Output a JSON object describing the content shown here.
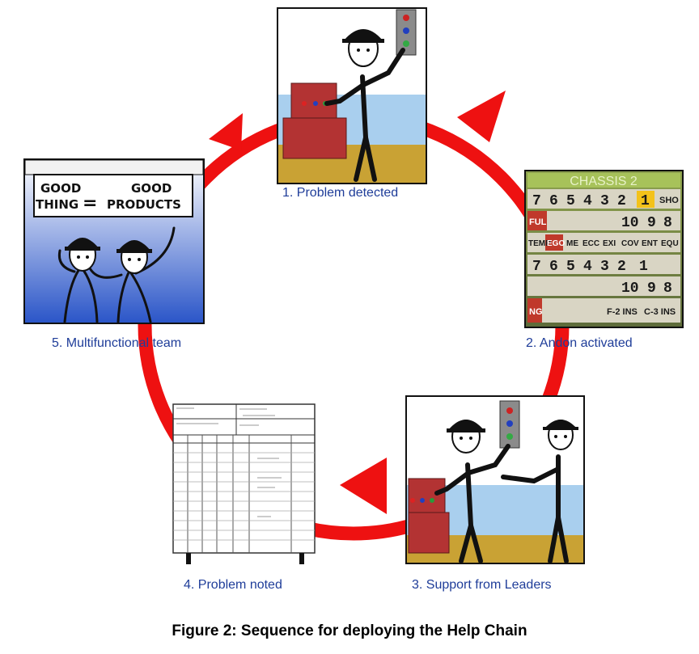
{
  "diagram": {
    "caption": "Figure 2: Sequence for deploying the Help Chain",
    "colors": {
      "cycle": "#ee1111",
      "label": "#1f3d99",
      "wall": "#a9cfee",
      "floor": "#c9a234",
      "crate": "#b33333"
    },
    "steps": [
      {
        "label": "1. Problem detected",
        "icon": "worker-pressing-button-icon"
      },
      {
        "label": "2. Andon activated",
        "icon": "andon-board-icon"
      },
      {
        "label": "3. Support from Leaders",
        "icon": "leader-support-icon"
      },
      {
        "label": "4. Problem noted",
        "icon": "problem-log-sheet-icon"
      },
      {
        "label": "5. Multifunctional team",
        "icon": "team-sign-icon"
      }
    ],
    "andon": {
      "title": "CHASSIS 2",
      "row1": [
        "7",
        "6",
        "5",
        "4",
        "3",
        "2",
        "1",
        "SHO"
      ],
      "row2_label": "FUL",
      "row2": [
        "10",
        "9",
        "8"
      ],
      "row3": [
        "TEMP",
        "EGO",
        "ME",
        "ECC",
        "EXI",
        "COV",
        "ENT",
        "EQU"
      ],
      "row4": [
        "7",
        "6",
        "5",
        "4",
        "3",
        "2",
        "1"
      ],
      "row5": [
        "10",
        "9",
        "8"
      ],
      "row6_label": "NG",
      "row6": [
        "F-2 INS",
        "C-3 INS"
      ]
    },
    "sign": {
      "left_line1": "GOOD",
      "left_line2": "THING",
      "equals": "=",
      "right_line1": "GOOD",
      "right_line2": "PRODUCTS"
    }
  }
}
